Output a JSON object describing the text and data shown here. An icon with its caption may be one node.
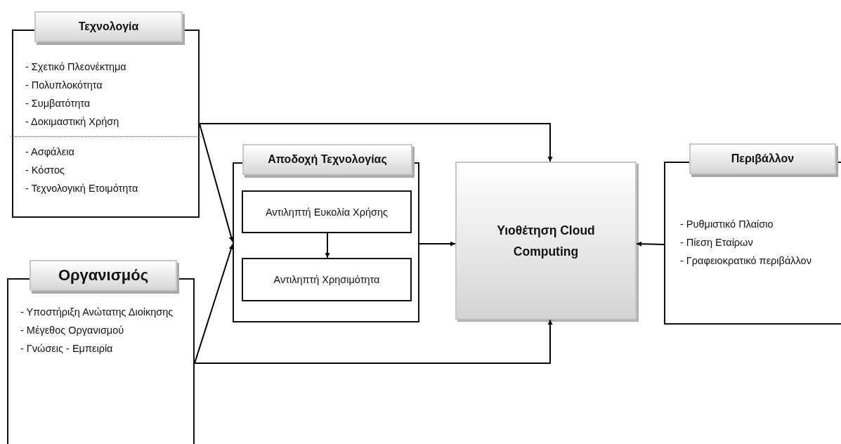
{
  "diagram": {
    "nodes": [
      {
        "text": [
          "Τεχνολογία",
          "- Σχετικό Πλεονέκτημα",
          "- Πολυπλοκότητα",
          "- Συμβατότητα",
          "- Δοκιμαστική Χρήση",
          "- Ασφάλεια",
          "- Κόστος",
          "- Τεχνολογική Ετοιμότητα"
        ]
      },
      {
        "text": [
          "Οργανισμός",
          "- Υποστήριξη Ανώτατης Διοίκησης",
          "- Μέγεθος Οργανισμού",
          "- Γνώσεις - Εμπειρία"
        ]
      },
      {
        "text": [
          "Αποδοχή Τεχνολογίας"
        ]
      },
      {
        "text": [
          "Αντιληπτή Ευκολία Χρήσης"
        ],
        "in": 2
      },
      {
        "text": [
          "Αντιληπτή Χρησιμότητα"
        ],
        "in": 2
      },
      {
        "text": [
          "Υιοθέτηση Cloud Computing"
        ]
      },
      {
        "text": [
          "Περιβάλλον",
          "- Ρυθμιστικό Πλαίσιο",
          "- Πίεση Εταίρων",
          "- Γραφειοκρατικό περιβάλλον"
        ]
      }
    ],
    "edges": [
      {
        "from": 0,
        "to": 5,
        "arrow": "to"
      },
      {
        "from": 0,
        "to": 2,
        "arrow": "to"
      },
      {
        "from": 1,
        "to": 2,
        "arrow": "to"
      },
      {
        "from": 1,
        "to": 5,
        "arrow": "to"
      },
      {
        "from": 3,
        "to": 4,
        "arrow": "to"
      },
      {
        "from": 2,
        "to": 5,
        "arrow": "to"
      },
      {
        "from": 6,
        "to": 5,
        "arrow": "to"
      }
    ]
  }
}
